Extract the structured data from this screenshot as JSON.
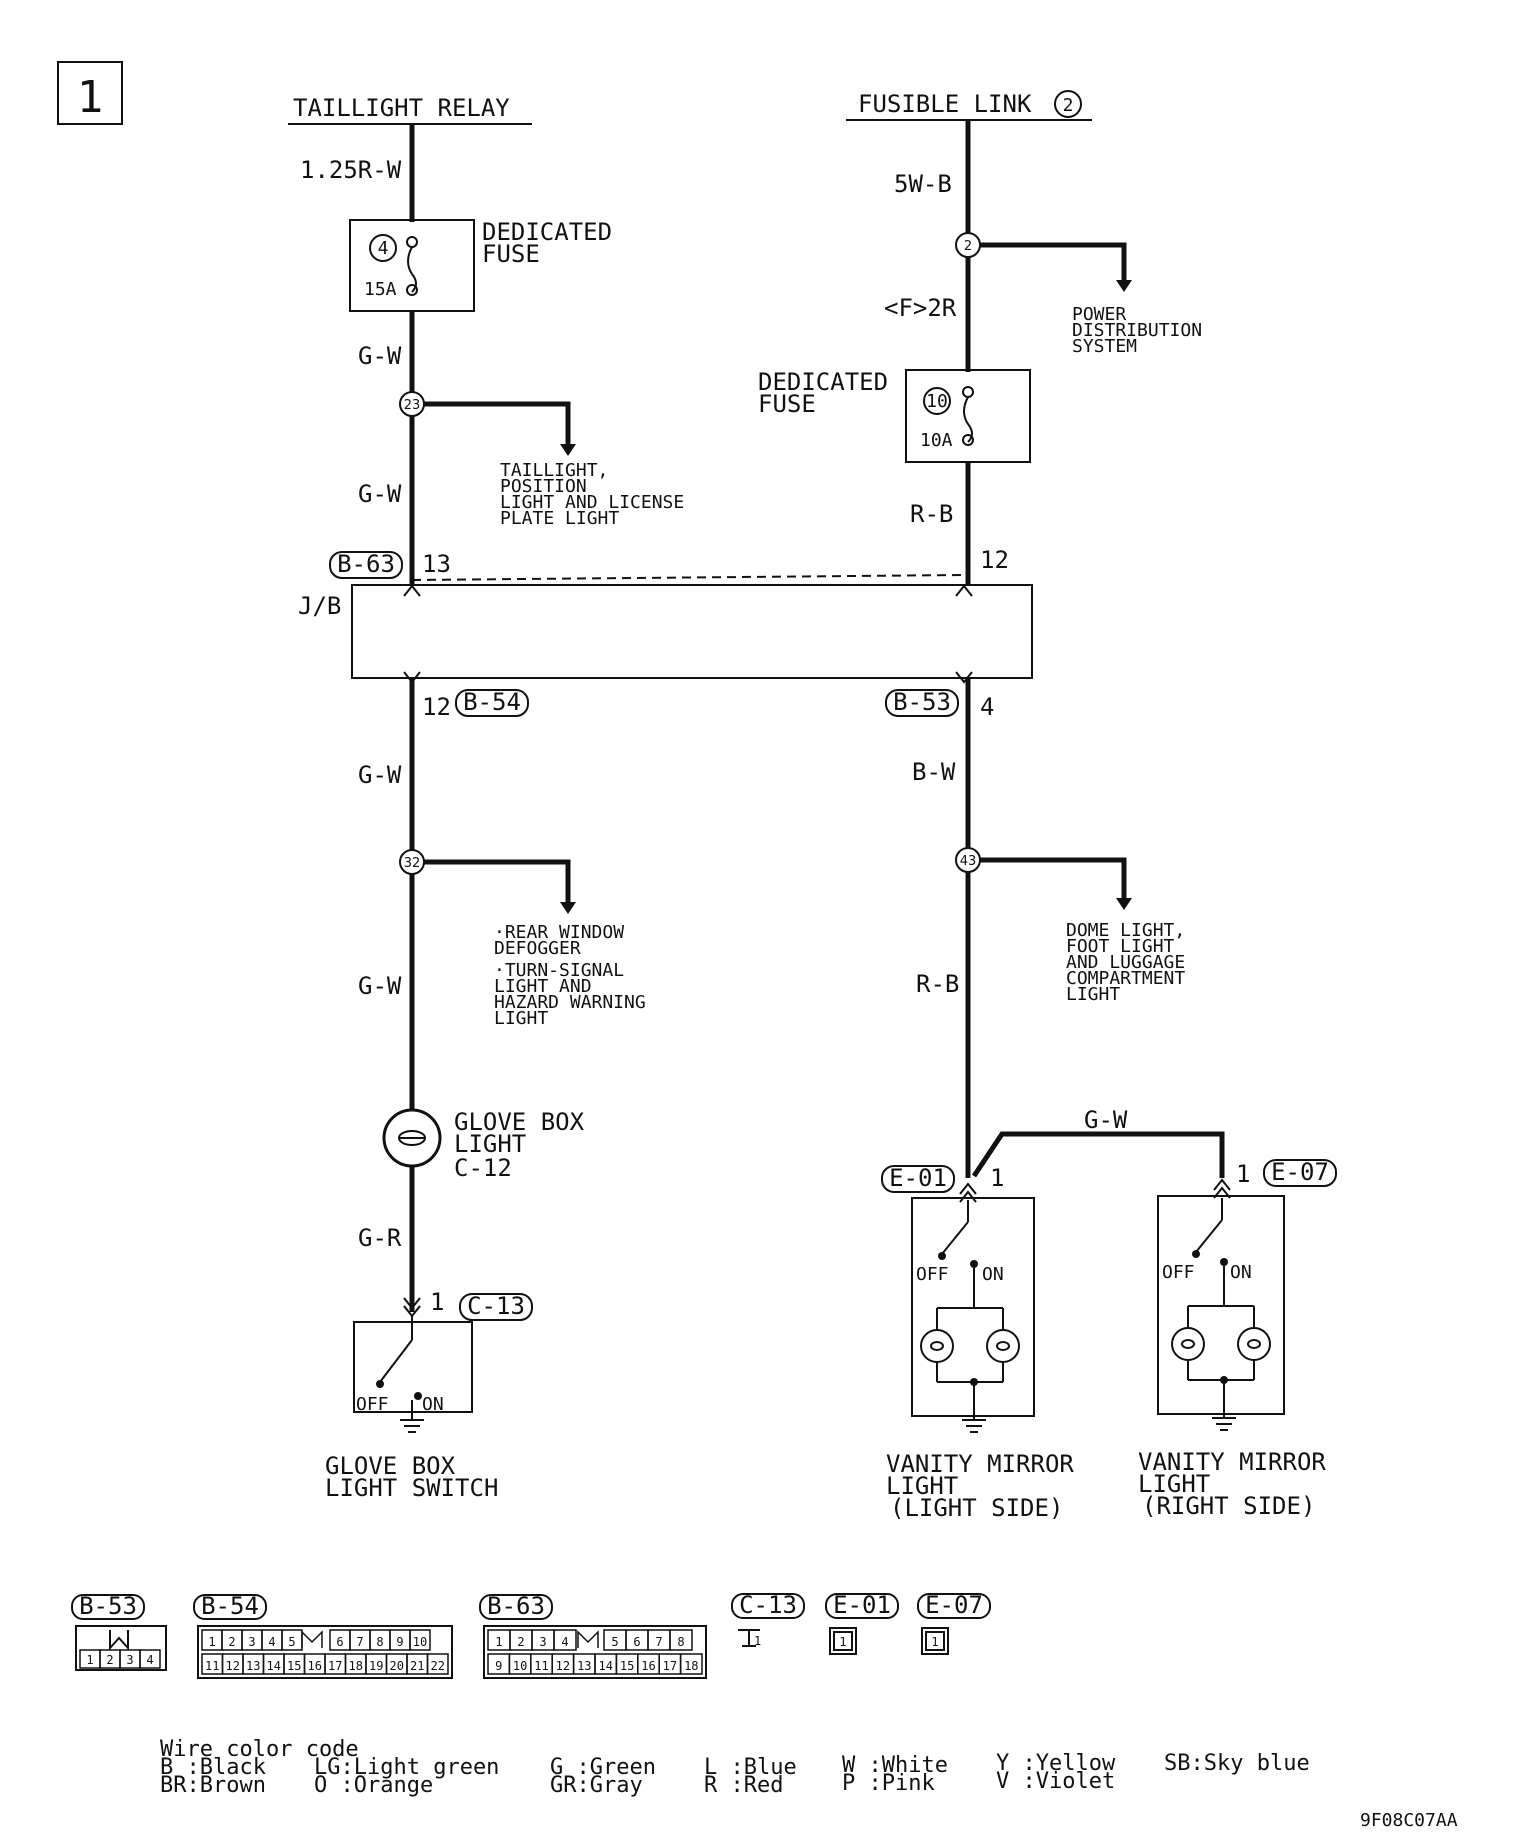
{
  "page_number": "1",
  "sources": {
    "taillight_relay": "TAILLIGHT RELAY",
    "fusible_link": "FUSIBLE LINK",
    "fusible_link_no": "2"
  },
  "left_circuit": {
    "wire_top": "1.25R-W",
    "fuse_label_1": "DEDICATED",
    "fuse_label_2": "FUSE",
    "fuse_no": "4",
    "fuse_rating": "15A",
    "wire_1": "G-W",
    "junction_1": "23",
    "branch_1_lines": [
      "TAILLIGHT,",
      "POSITION",
      "LIGHT AND LICENSE",
      "PLATE LIGHT"
    ],
    "wire_2": "G-W",
    "conn_top": "B-63",
    "conn_top_pin": "13",
    "conn_bottom_pin": "12",
    "conn_bottom": "B-54",
    "wire_3": "G-W",
    "junction_2": "32",
    "branch_2_lines": [
      "·REAR WINDOW",
      " DEFOGGER",
      "·TURN-SIGNAL",
      " LIGHT AND",
      " HAZARD WARNING",
      " LIGHT"
    ],
    "wire_4": "G-W",
    "lamp_lines": [
      "GLOVE BOX",
      "LIGHT",
      "C-12"
    ],
    "wire_5": "G-R",
    "switch_pin": "1",
    "switch_conn": "C-13",
    "switch_off": "OFF",
    "switch_on": "ON",
    "switch_name_lines": [
      "GLOVE BOX",
      "LIGHT SWITCH"
    ]
  },
  "right_circuit": {
    "wire_top": "5W-B",
    "junction_1": "2",
    "branch_1_lines": [
      "POWER",
      "DISTRIBUTION",
      "SYSTEM"
    ],
    "wire_variant": "<F>2R",
    "fuse_label_1": "DEDICATED",
    "fuse_label_2": "FUSE",
    "fuse_no": "10",
    "fuse_rating": "10A",
    "wire_1": "R-B",
    "conn_top_pin": "12",
    "conn_bottom": "B-53",
    "conn_bottom_pin": "4",
    "wire_2": "B-W",
    "junction_2": "43",
    "branch_2_lines": [
      "DOME LIGHT,",
      "FOOT LIGHT",
      "AND LUGGAGE",
      "COMPARTMENT",
      "LIGHT"
    ],
    "wire_3": "R-B",
    "wire_cross": "G-W",
    "mirror_left_conn": "E-01",
    "mirror_left_pin": "1",
    "mirror_right_pin": "1",
    "mirror_right_conn": "E-07",
    "switch_off": "OFF",
    "switch_on": "ON",
    "mirror_left_name_lines": [
      "VANITY MIRROR",
      "LIGHT",
      "(LIGHT SIDE)"
    ],
    "mirror_right_name_lines": [
      "VANITY MIRROR",
      "LIGHT",
      "(RIGHT SIDE)"
    ]
  },
  "junction_block": "J/B",
  "connectors": {
    "b53": {
      "name": "B-53",
      "pins": [
        "1",
        "2",
        "3",
        "4"
      ]
    },
    "b54": {
      "name": "B-54",
      "pins_top": [
        "1",
        "2",
        "3",
        "4",
        "5",
        "6",
        "7",
        "8",
        "9",
        "10"
      ],
      "pins_bottom": [
        "11",
        "12",
        "13",
        "14",
        "15",
        "16",
        "17",
        "18",
        "19",
        "20",
        "21",
        "22"
      ]
    },
    "b63": {
      "name": "B-63",
      "pins_top": [
        "1",
        "2",
        "3",
        "4",
        "5",
        "6",
        "7",
        "8"
      ],
      "pins_bottom": [
        "9",
        "10",
        "11",
        "12",
        "13",
        "14",
        "15",
        "16",
        "17",
        "18"
      ]
    },
    "c13": {
      "name": "C-13",
      "pin": "1"
    },
    "e01": {
      "name": "E-01",
      "pin": "1"
    },
    "e07": {
      "name": "E-07",
      "pin": "1"
    }
  },
  "wire_color_code": {
    "title": "Wire color code",
    "entries": [
      "B :Black",
      "BR:Brown",
      "LG:Light green",
      "O :Orange",
      "G :Green",
      "GR:Gray",
      "L :Blue",
      "R :Red",
      "W :White",
      "P :Pink",
      "Y :Yellow",
      "V :Violet",
      "SB:Sky blue"
    ]
  },
  "figure_code": "9F08C07AA"
}
